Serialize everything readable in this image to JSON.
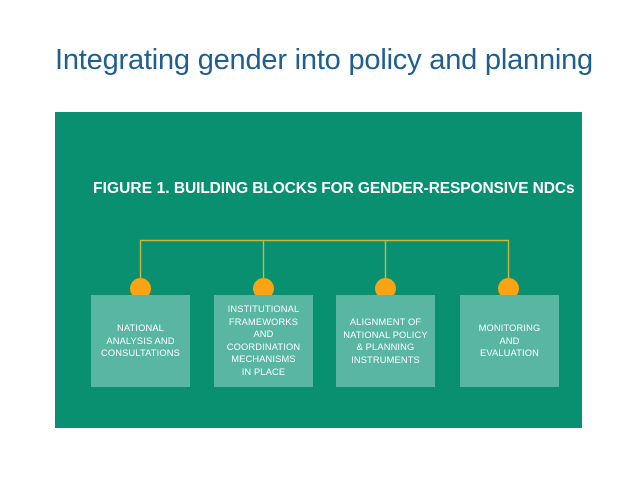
{
  "slide": {
    "title": "Integrating gender into policy and planning",
    "title_color": "#1f5f8f",
    "background_color": "#ffffff"
  },
  "figure": {
    "panel_color": "#089070",
    "label": "FIGURE 1.",
    "caption": "BUILDING BLOCKS FOR GENDER-RESPONSIVE NDCs",
    "connector_color": "#c8b93c",
    "node_color": "#fba313",
    "block_color": "#58b6a2",
    "block_text_color": "#ffffff",
    "blocks": [
      {
        "id": "national-analysis-and-consultations",
        "lines": [
          "NATIONAL",
          "ANALYSIS AND",
          "CONSULTATIONS"
        ]
      },
      {
        "id": "institutional-frameworks",
        "lines": [
          "INSTITUTIONAL",
          "FRAMEWORKS AND",
          "COORDINATION",
          "MECHANISMS",
          "IN PLACE"
        ]
      },
      {
        "id": "alignment-of-national-policy",
        "lines": [
          "ALIGNMENT OF",
          "NATIONAL POLICY",
          "& PLANNING",
          "INSTRUMENTS"
        ]
      },
      {
        "id": "monitoring-and-evaluation",
        "lines": [
          "MONITORING",
          "AND",
          "EVALUATION"
        ]
      }
    ]
  }
}
